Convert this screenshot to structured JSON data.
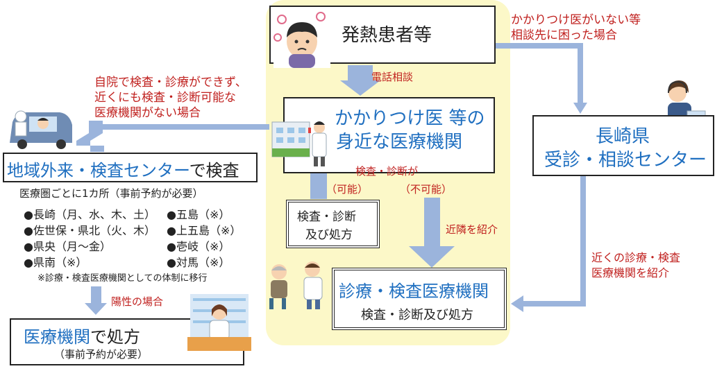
{
  "colors": {
    "panel_bg": "#fcf8c8",
    "arrow": "#9bb4dc",
    "red_text": "#c0211f",
    "blue_text": "#1f6fc0"
  },
  "patient": {
    "label": "発熱患者等"
  },
  "phone_consult": "電話相談",
  "no_doctor_note": [
    "かかりつけ医がいない等",
    "相談先に困った場合"
  ],
  "clinic": {
    "line1_blue": "かかりつけ医",
    "line1_rest": " 等の",
    "line2": "身近な医療機関"
  },
  "own_clinic_note": [
    "自院で検査・診療ができず、",
    "近くにも検査・診断可能な",
    "医療機関がない場合"
  ],
  "outpatient": {
    "title_blue": "地域外来・検査センター",
    "title_rest": "で検査",
    "subtitle": "医療圏ごとに1カ所（事前予約が必要）"
  },
  "areas_left": [
    "●長崎（月、水、木、土）",
    "●佐世保・県北（火、木）",
    "●県央（月～金）",
    "●県南（※）"
  ],
  "areas_right": [
    "●五島（※）",
    "●上五島（※）",
    "●壱岐（※）",
    "●対馬（※）"
  ],
  "transition_note": "※診療・検査医療機関としての体制に移行",
  "positive_case": "陽性の場合",
  "prescription": {
    "title_blue": "医療機関",
    "title_rest": "で処方",
    "subtitle": "（事前予約が必要）"
  },
  "test_diag_label": "検査・診断が",
  "possible": "（可能）",
  "impossible": "（不可能）",
  "test_box": [
    "検査・診断",
    "及び処方"
  ],
  "refer_nearby": "近隣を紹介",
  "center": {
    "line1": "長崎県",
    "line2": "受診・相談センター"
  },
  "refer_center": [
    "近くの診療・検査",
    "医療機関を紹介"
  ],
  "medical": {
    "title": "診療・検査医療機関",
    "subtitle": "検査・診断及び処方"
  },
  "icons": [
    "sick-patient-icon",
    "doctor-clinic-icon",
    "car-drive-through-icon",
    "operator-headset-icon",
    "doctor-consultation-icon",
    "pharmacist-icon"
  ]
}
